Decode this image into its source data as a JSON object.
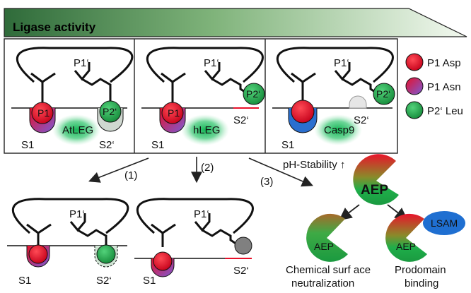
{
  "banner": {
    "title": "Ligase activity"
  },
  "legend": {
    "items": [
      {
        "label": "P1 Asp",
        "color": "#e8102a"
      },
      {
        "label": "P1 Asn",
        "color": "#8a5cc7"
      },
      {
        "label": "P2‘ Leu",
        "color": "#22a94c"
      }
    ]
  },
  "panels": {
    "p1": {
      "enzyme": "AtLEG",
      "p1_label": "P1",
      "p2_label": "P2‘",
      "s1": "S1",
      "s2": "S2‘",
      "loop_label": "P1‘"
    },
    "p2": {
      "enzyme": "hLEG",
      "p1_label": "P1",
      "p2_label": "P2‘",
      "s1": "S1",
      "s2": "S2‘",
      "loop_label": "P1‘"
    },
    "p3": {
      "enzyme": "Casp9",
      "p2_label": "P2‘",
      "s1": "S1",
      "s2": "S2‘",
      "loop_label": "P1‘"
    }
  },
  "arrows": {
    "a1": "(1)",
    "a2": "(2)",
    "a3": "(3)",
    "ph": "pH-Stability ↑"
  },
  "bottom": {
    "b1": {
      "loop_label": "P1‘",
      "s1": "S1",
      "s2": "S2‘"
    },
    "b2": {
      "loop_label": "P1‘",
      "s1": "S1",
      "s2": "S2‘"
    }
  },
  "aep": {
    "main": "AEP",
    "left": "AEP",
    "right": "AEP",
    "lsam": "LSAM",
    "caption_left_1": "Chemical surf ace",
    "caption_left_2": "neutralization",
    "caption_right_1": "Prodomain",
    "caption_right_2": "binding"
  },
  "colors": {
    "banner_dark": "#2f6b3a",
    "banner_light": "#eef6ea",
    "asp_red": "#e8102a",
    "asn_purple": "#8a5cc7",
    "leu_green": "#22a94c",
    "glow_green": "#1fb85a",
    "lsam_blue": "#1f6fd1",
    "s1_blue": "#2a6fcf",
    "s2_red": "#e8102a"
  }
}
